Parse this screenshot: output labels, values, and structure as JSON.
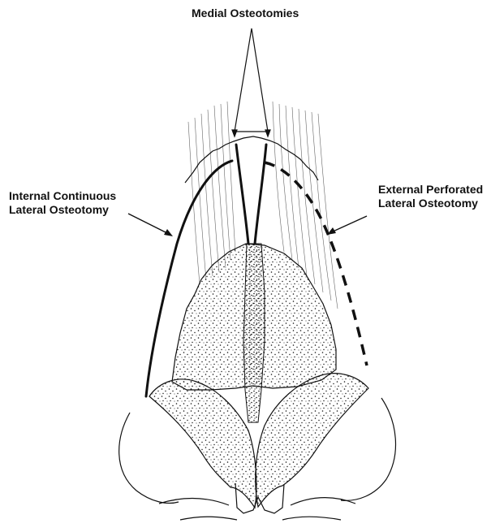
{
  "labels": {
    "medial": "Medial Osteotomies",
    "internal_line1": "Internal Continuous",
    "internal_line2": "Lateral Osteotomy",
    "external_line1": "External Perforated",
    "external_line2": "Lateral Osteotomy"
  },
  "colors": {
    "ink": "#111111",
    "background": "#ffffff"
  }
}
